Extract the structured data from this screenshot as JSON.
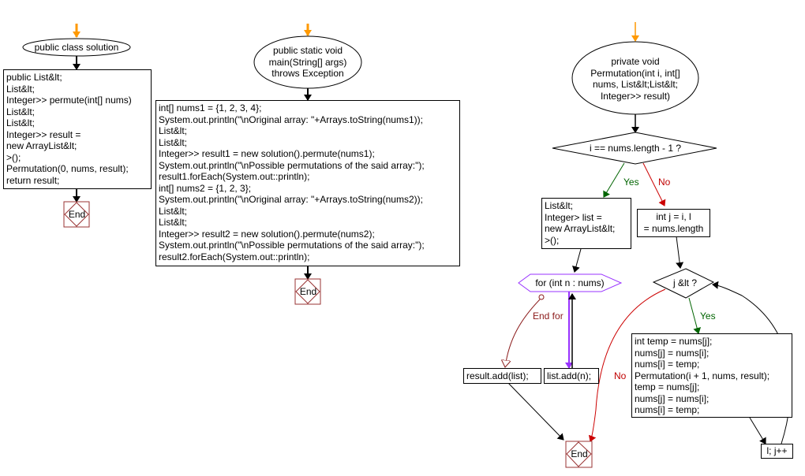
{
  "diagram": {
    "type": "flowchart",
    "colors": {
      "start_arrow": "#ff9900",
      "line": "#000000",
      "yes": "#006400",
      "no": "#c00000",
      "loop": "#9933ff",
      "end_for": "#8b1a1a",
      "end_border": "#993333"
    },
    "class_flow": {
      "start": "public class solution",
      "body": [
        "public List&lt;",
        "List&lt;",
        "Integer>> permute(int[] nums)",
        "List&lt;",
        "List&lt;",
        "Integer>> result =",
        "new ArrayList&lt;",
        ">();",
        "Permutation(0, nums, result);",
        "return result;"
      ],
      "end": "End"
    },
    "main_flow": {
      "start": [
        "public static void",
        "main(String[] args)",
        "throws Exception"
      ],
      "body": [
        "int[] nums1 = {1, 2, 3, 4};",
        "System.out.println(\"\\nOriginal array: \"+Arrays.toString(nums1));",
        "List&lt;",
        "List&lt;",
        "Integer>> result1 = new solution().permute(nums1);",
        "System.out.println(\"\\nPossible permutations of the said array:\");",
        "result1.forEach(System.out::println);",
        "int[] nums2 = {1, 2, 3};",
        "System.out.println(\"\\nOriginal array: \"+Arrays.toString(nums2));",
        "List&lt;",
        "List&lt;",
        "Integer>> result2 = new solution().permute(nums2);",
        "System.out.println(\"\\nPossible permutations of the said array:\");",
        "result2.forEach(System.out::println);"
      ],
      "end": "End"
    },
    "permutation_flow": {
      "start": [
        "private void",
        "Permutation(int i, int[]",
        "nums, List&lt;List&lt;",
        "Integer>> result)"
      ],
      "decision": "i == nums.length - 1 ?",
      "yes_label": "Yes",
      "no_label": "No",
      "yes_box": [
        "List&lt;",
        "Integer> list =",
        "new ArrayList&lt;",
        ">();"
      ],
      "no_box": [
        "int j = i, l",
        "= nums.length"
      ],
      "loop": "for (int n : nums)",
      "end_for_label": "End for",
      "result_add": "result.add(list);",
      "list_add": "list.add(n);",
      "inner_decision": "j &lt ?",
      "inner_yes_label": "Yes",
      "inner_no_label": "No",
      "swap_box": [
        "int temp = nums[j];",
        "nums[j] = nums[i];",
        "nums[i] = temp;",
        "Permutation(i + 1, nums, result);",
        "temp = nums[j];",
        "nums[j] = nums[i];",
        "nums[i] = temp;"
      ],
      "increment": "l; j++",
      "end": "End"
    }
  }
}
